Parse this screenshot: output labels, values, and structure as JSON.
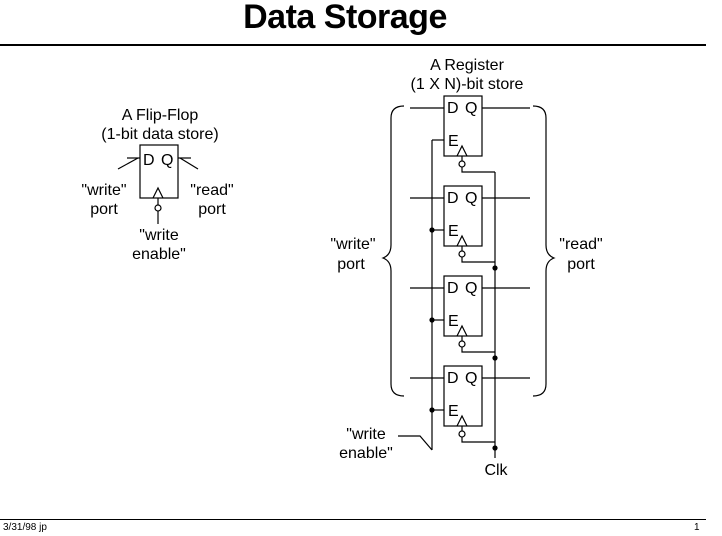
{
  "title": "Data Storage",
  "footer": {
    "left": "3/31/98 jp",
    "right": "1"
  },
  "flipflop": {
    "heading": [
      "A Flip-Flop",
      "(1-bit data store)"
    ],
    "d_label": "D",
    "q_label": "Q",
    "write_port": [
      "\"write\"",
      "port"
    ],
    "read_port": [
      "\"read\"",
      "port"
    ],
    "enable": [
      "\"write",
      "enable\""
    ]
  },
  "register": {
    "heading": [
      "A Register",
      "(1 X N)-bit store"
    ],
    "d_label": "D",
    "q_label": "Q",
    "e_label": "E",
    "write_port": [
      "\"write\"",
      "port"
    ],
    "read_port": [
      "\"read\"",
      "port"
    ],
    "enable": [
      "\"write",
      "enable\""
    ],
    "clk": "Clk"
  }
}
